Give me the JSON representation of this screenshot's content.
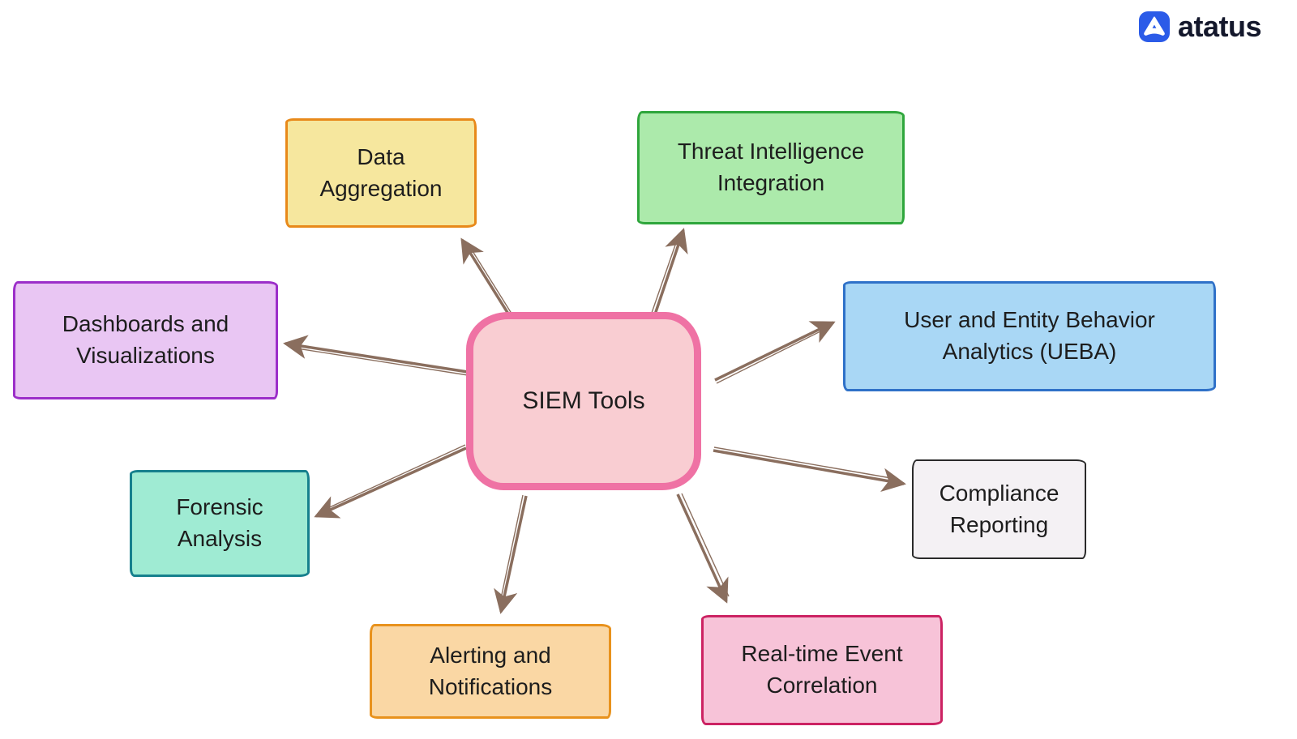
{
  "page": {
    "background": "#ffffff"
  },
  "logo": {
    "text": "atatus",
    "icon": "atatus-triangle-icon",
    "icon_color": "#2b5be8",
    "text_color": "#14182c"
  },
  "diagram": {
    "type": "mind-map",
    "arrow_color": "#8a6e5e",
    "center": {
      "id": "siem-tools",
      "label": "SIEM Tools",
      "fill": "#f9cdd2",
      "border": "#ef72a4"
    },
    "nodes": [
      {
        "id": "data-aggregation",
        "label": "Data Aggregation",
        "fill": "#f6e79e",
        "border": "#e8891a"
      },
      {
        "id": "threat-intelligence-integration",
        "label": "Threat Intelligence Integration",
        "fill": "#aceaab",
        "border": "#2fa63c"
      },
      {
        "id": "ueba",
        "label": "User and Entity Behavior Analytics (UEBA)",
        "fill": "#a9d7f5",
        "border": "#2f71c8"
      },
      {
        "id": "compliance-reporting",
        "label": "Compliance Reporting",
        "fill": "#f4f1f4",
        "border": "#2a2a2a"
      },
      {
        "id": "real-time-event-correlation",
        "label": "Real-time Event Correlation",
        "fill": "#f7c3d8",
        "border": "#cc2363"
      },
      {
        "id": "alerting-and-notifications",
        "label": "Alerting and Notifications",
        "fill": "#fad7a4",
        "border": "#e8921d"
      },
      {
        "id": "forensic-analysis",
        "label": "Forensic Analysis",
        "fill": "#9febd3",
        "border": "#16808d"
      },
      {
        "id": "dashboards-and-visualizations",
        "label": "Dashboards and Visualizations",
        "fill": "#e9c6f3",
        "border": "#9c2fc9"
      }
    ]
  }
}
